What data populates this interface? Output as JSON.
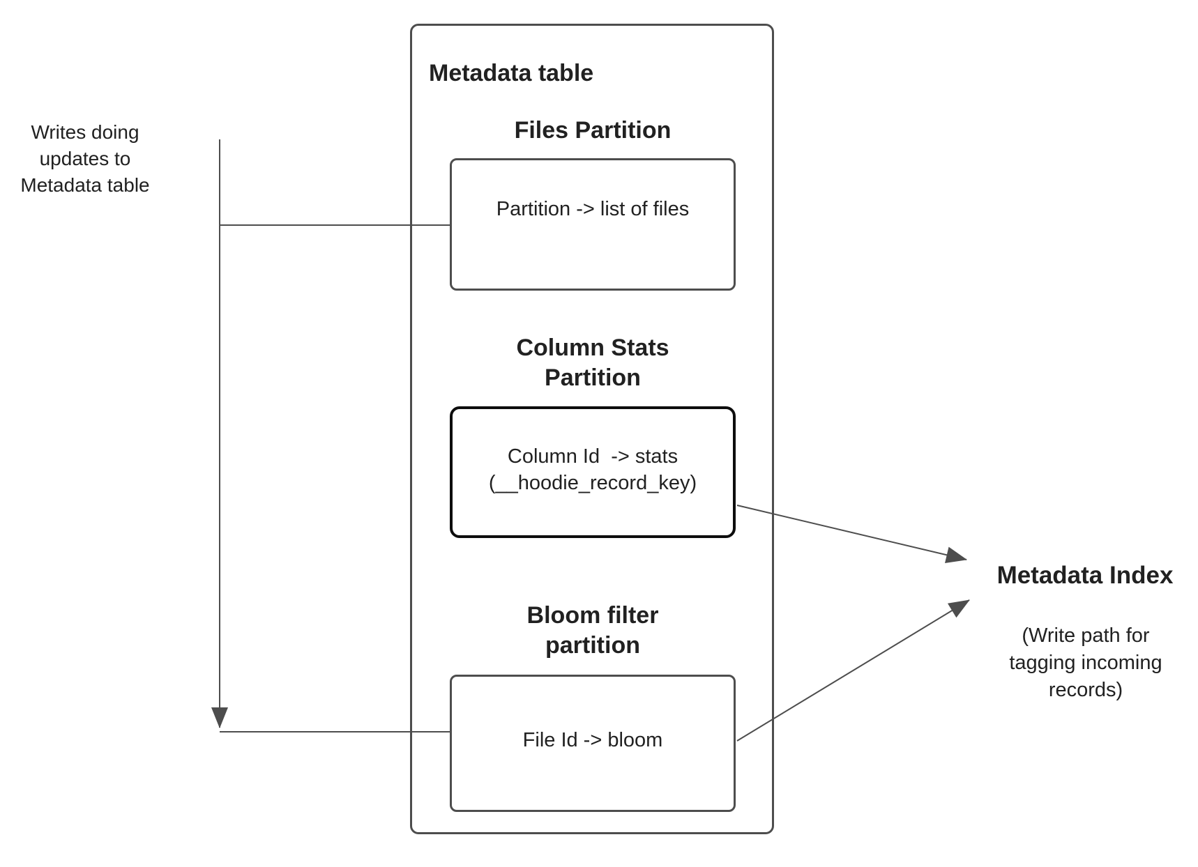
{
  "diagram": {
    "left_note": "Writes doing\nupdates to\nMetadata table",
    "metadata_table": {
      "title": "Metadata table",
      "partitions": [
        {
          "heading": "Files Partition",
          "box_text": "Partition -> list of files"
        },
        {
          "heading": "Column Stats\nPartition",
          "box_text": "Column Id  -> stats\n(__hoodie_record_key)"
        },
        {
          "heading": "Bloom filter\npartition",
          "box_text": "File Id -> bloom"
        }
      ]
    },
    "metadata_index": {
      "title": "Metadata Index",
      "subtitle": "(Write path for\ntagging incoming\nrecords)"
    },
    "colors": {
      "connector_gray": "#4d4d4d",
      "column_stats_border": "#0d0d0d",
      "text": "#212121",
      "background": "#ffffff"
    }
  }
}
